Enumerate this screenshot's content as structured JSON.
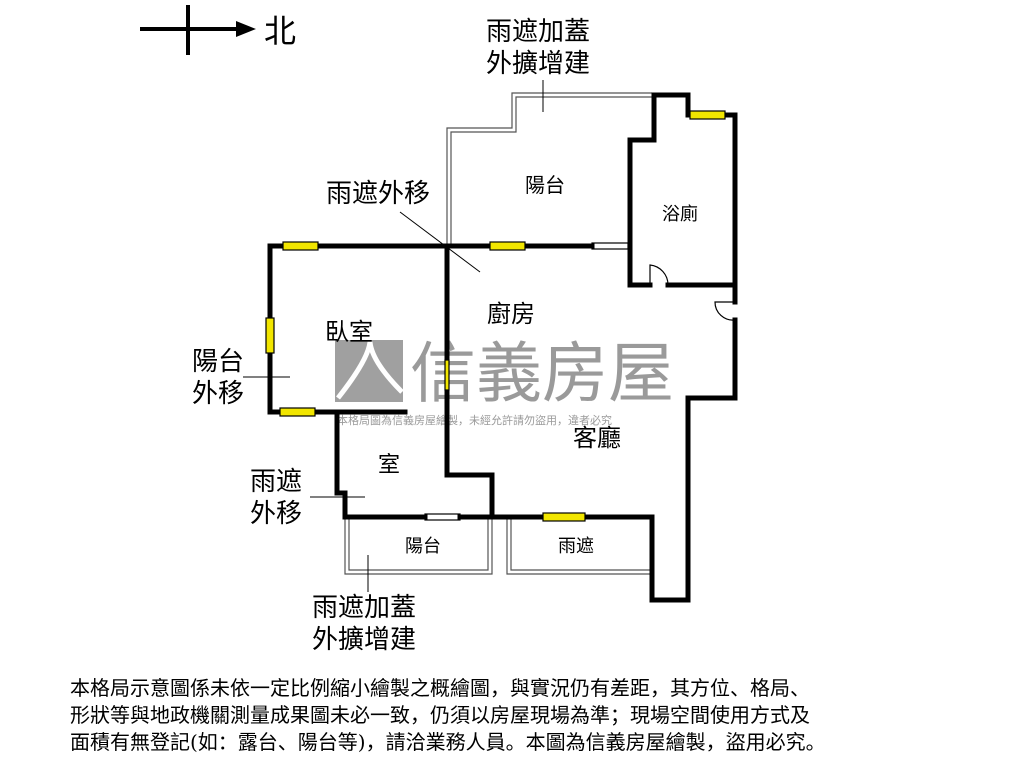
{
  "compass": {
    "label": "北",
    "icon": "north-arrow-icon"
  },
  "rooms": {
    "bedroom": "臥室",
    "room": "室",
    "kitchen": "廚房",
    "bathroom": "浴廁",
    "living_room": "客廳",
    "balcony_north": "陽台",
    "balcony_south": "陽台",
    "canopy": "雨遮"
  },
  "annotations": {
    "top_extension_line1": "雨遮加蓋",
    "top_extension_line2": "外擴增建",
    "canopy_moved": "雨遮外移",
    "balcony_moved_line1": "陽台",
    "balcony_moved_line2": "外移",
    "canopy_moved2_line1": "雨遮",
    "canopy_moved2_line2": "外移",
    "bottom_extension_line1": "雨遮加蓋",
    "bottom_extension_line2": "外擴增建"
  },
  "watermark": {
    "brand": "信義房屋",
    "notice": "本格局圖為信義房屋繪製，未經允許請勿盜用，違者必究"
  },
  "disclaimer": [
    "本格局示意圖係未依一定比例縮小繪製之概繪圖，與實況仍有差距，其方位、格局、",
    "形狀等與地政機關測量成果圖未必一致，仍須以房屋現場為準；現場空間使用方式及",
    "面積有無登記(如：露台、陽台等)，請洽業務人員。本圖為信義房屋繪製，盜用必究。"
  ],
  "colors": {
    "wall": "#000000",
    "window": "#f2e600",
    "watermark": "#9a9a9a"
  }
}
